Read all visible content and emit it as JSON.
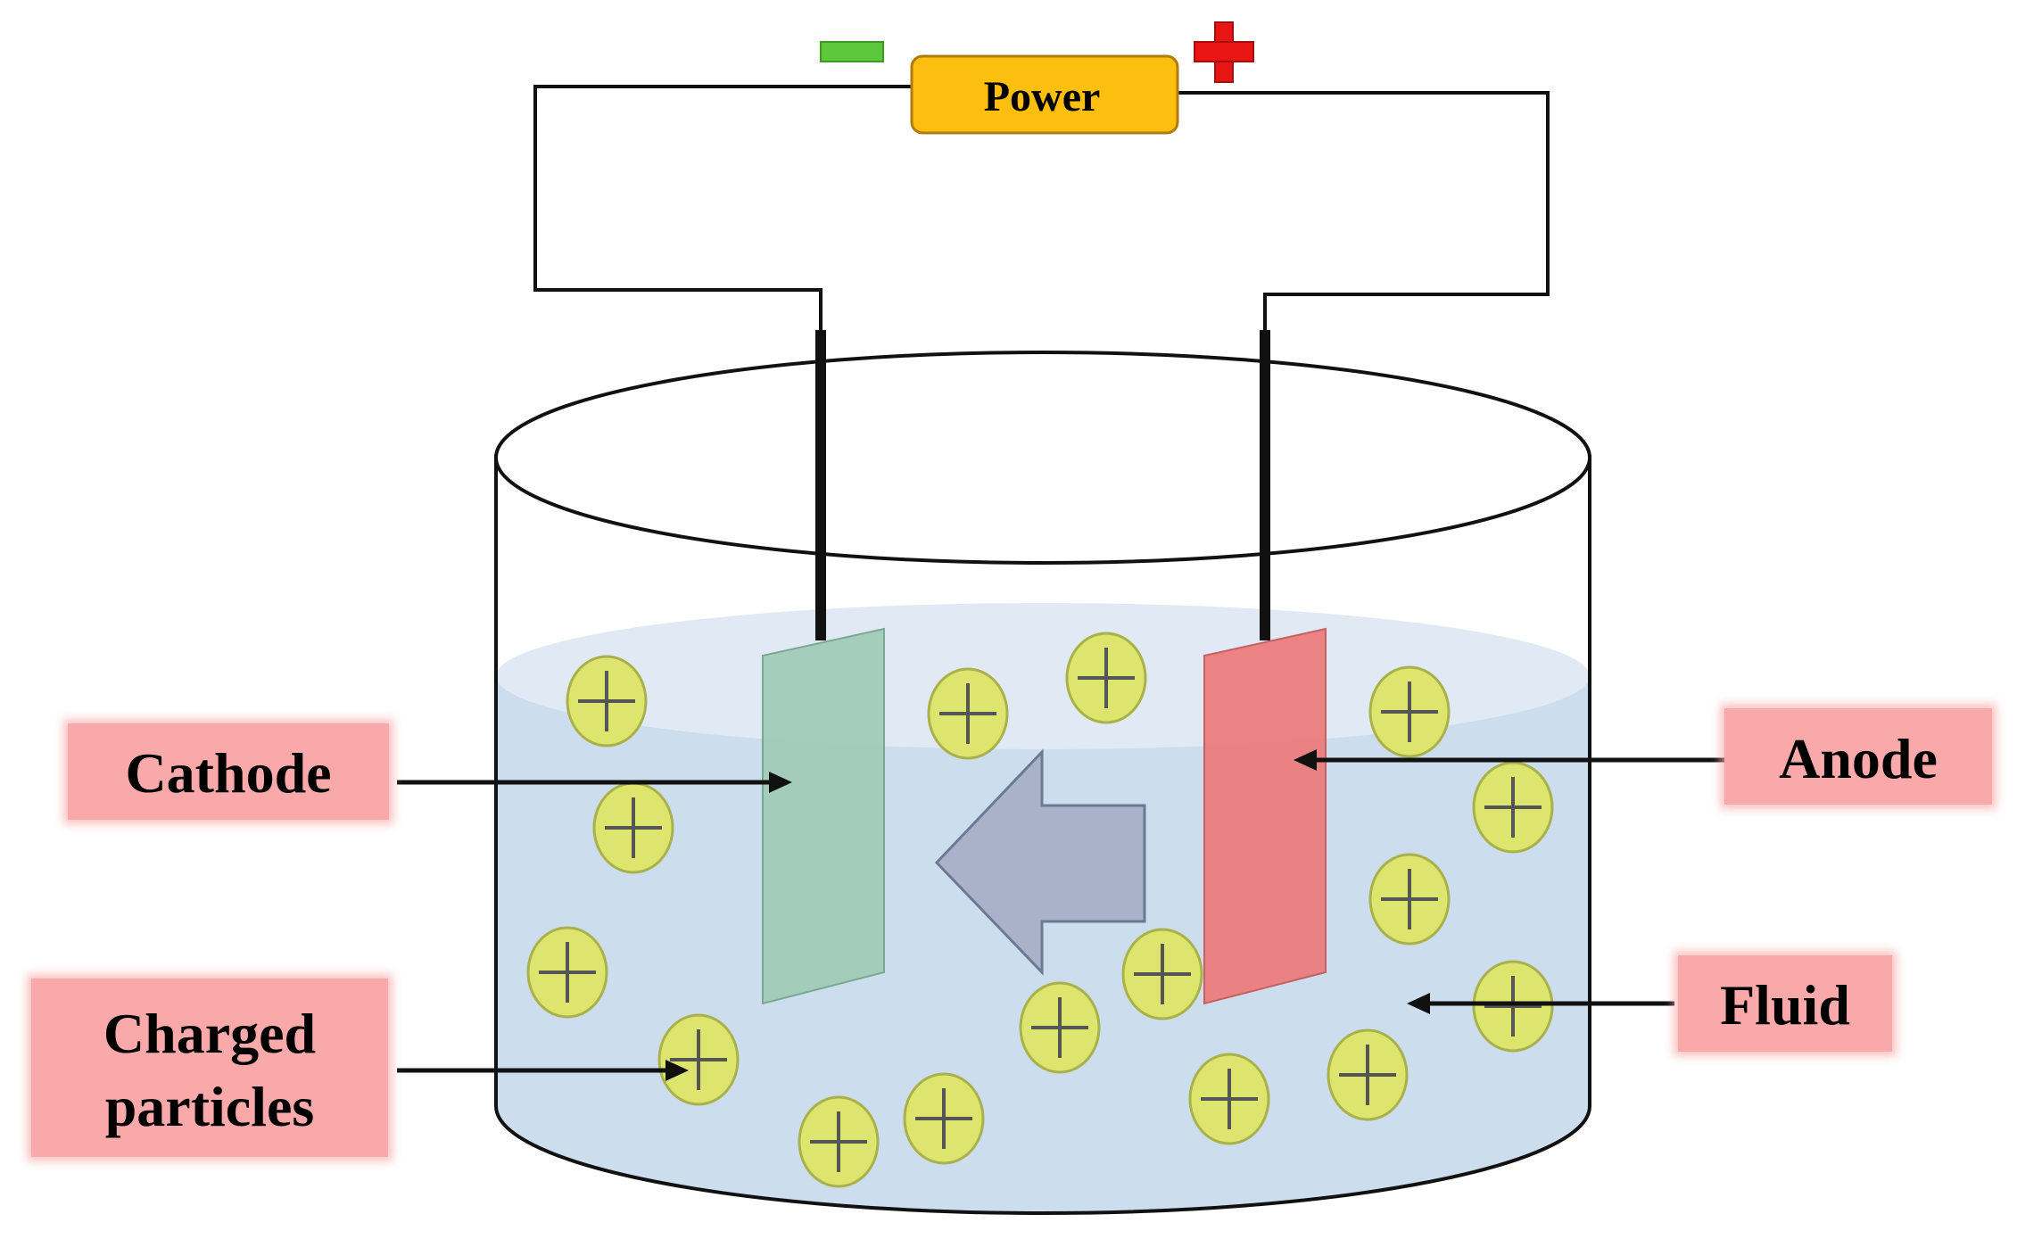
{
  "power_supply": {
    "label": "Power",
    "fill": "#FDBF0F",
    "stroke": "#B07A10"
  },
  "terminals": {
    "negative_color": "#5DC83C",
    "positive_color": "#E81515"
  },
  "callouts": {
    "cathode": "Cathode",
    "anode": "Anode",
    "fluid": "Fluid",
    "charged_particles": [
      "Charged",
      "particles"
    ],
    "box_color": "#F9A9A9"
  },
  "colors": {
    "fluid": "#CCDDEE",
    "fluid_surface": "#E1EAF4",
    "cathode": "#A2CCB8",
    "anode": "#EC7D7D",
    "particle": "#DDE56F",
    "particle_stroke": "#A9B24A",
    "migration_arrow": "#A8B2C8"
  },
  "icons": {
    "particle": "plus-sign-circle-icon",
    "migration": "left-arrow-icon"
  }
}
